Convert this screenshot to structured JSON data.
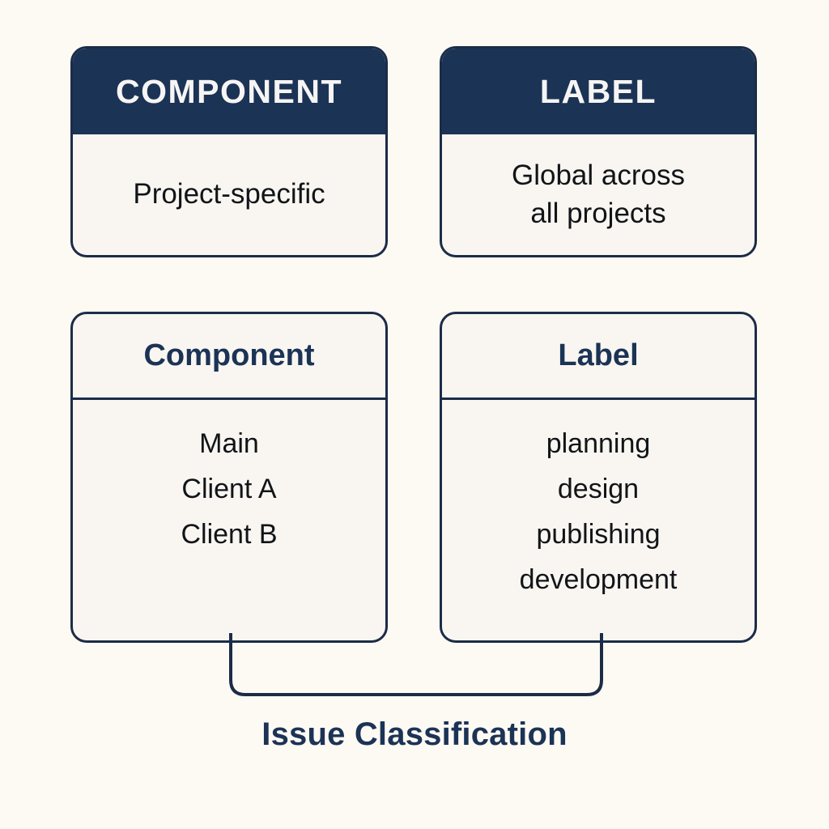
{
  "background_color": "#fdf9f3",
  "accent_color": "#1b3355",
  "border_color": "#1b2c47",
  "card_fill": "#f9f6f1",
  "definitions": [
    {
      "header": "COMPONENT",
      "body_line1": "Project-specific",
      "body_line2": ""
    },
    {
      "header": "LABEL",
      "body_line1": "Global across",
      "body_line2": "all projects"
    }
  ],
  "lists": [
    {
      "header": "Component",
      "items": [
        "Main",
        "Client A",
        "Client B"
      ]
    },
    {
      "header": "Label",
      "items": [
        "planning",
        "design",
        "publishing",
        "development"
      ]
    }
  ],
  "title": "Issue Classification"
}
